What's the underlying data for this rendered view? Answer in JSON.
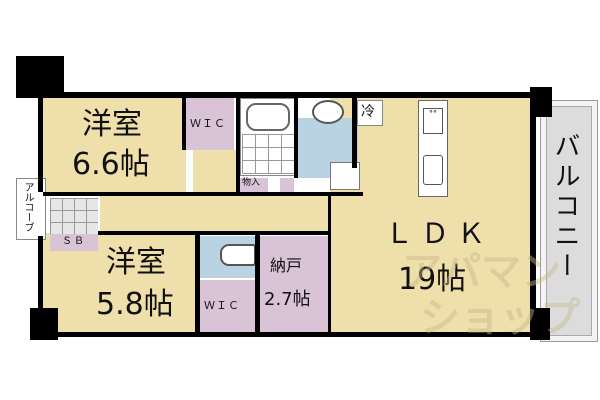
{
  "floorplan": {
    "rooms": [
      {
        "id": "western-room-1",
        "name": "洋室",
        "size": "6.6帖"
      },
      {
        "id": "western-room-2",
        "name": "洋室",
        "size": "5.8帖"
      },
      {
        "id": "ldk",
        "name": "ＬＤＫ",
        "size": "19帖"
      },
      {
        "id": "storage-room",
        "name": "納戸",
        "size": "2.7帖"
      },
      {
        "id": "wic-1",
        "name": "ＷＩＣ"
      },
      {
        "id": "wic-2",
        "name": "ＷＩＣ"
      },
      {
        "id": "sb",
        "name": "ＳＢ"
      },
      {
        "id": "closet",
        "name": "物入"
      },
      {
        "id": "fridge",
        "name": "冷"
      },
      {
        "id": "alcove",
        "name": "アルコーブ"
      },
      {
        "id": "balcony",
        "name": "バルコニー"
      }
    ],
    "watermark": {
      "line1": "アパマン",
      "line2": "ショップ"
    },
    "colors": {
      "room": "#efdfaa",
      "closet": "#d9c3d6",
      "wet": "#b9d3e3",
      "balcony": "#dcdcdc",
      "wall": "#000000"
    }
  }
}
